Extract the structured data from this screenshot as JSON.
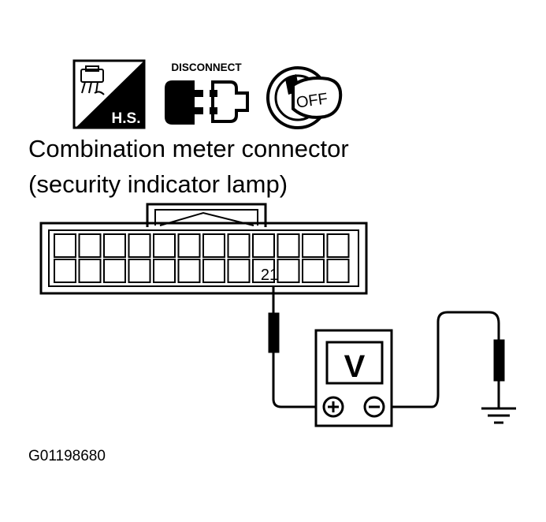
{
  "icons": {
    "hs_label": "H.S.",
    "disconnect_label": "DISCONNECT",
    "ignition_label": "OFF"
  },
  "title": {
    "line1": "Combination meter connector",
    "line2": "(security indicator lamp)"
  },
  "connector": {
    "terminal_label": "21"
  },
  "meter": {
    "label": "V",
    "plus_symbol": "⊕",
    "minus_symbol": "⊖"
  },
  "figure_code": "G01198680",
  "colors": {
    "ink": "#000000",
    "paper": "#ffffff"
  }
}
